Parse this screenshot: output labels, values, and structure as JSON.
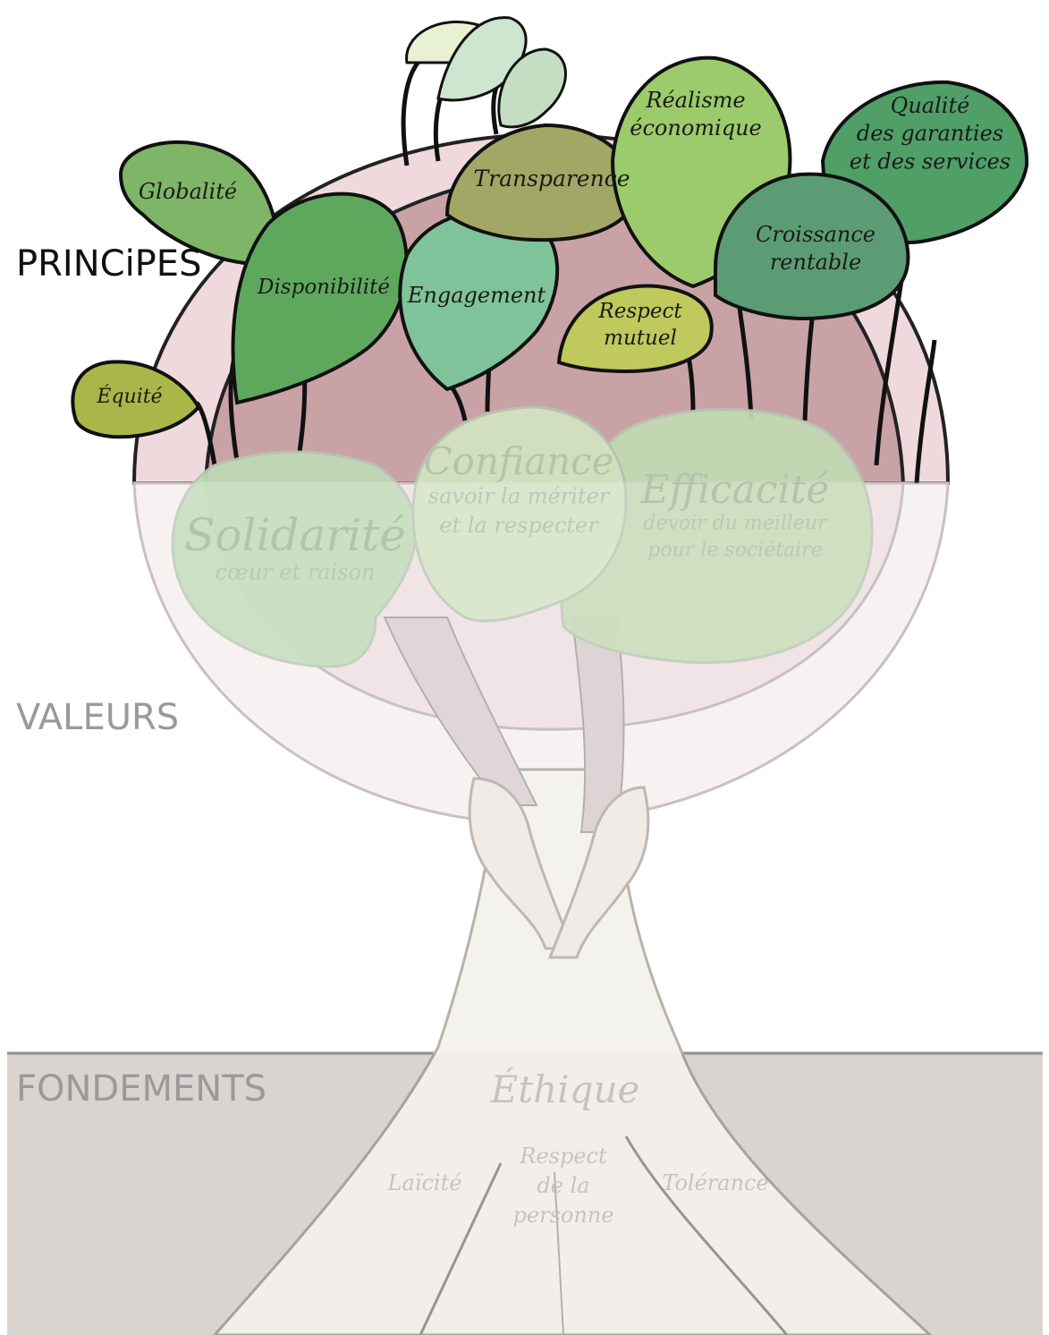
{
  "sections": {
    "principes": "PRINCiPES",
    "valeurs": "VALEURS",
    "fondements": "FONDEMENTS"
  },
  "principes": [
    {
      "id": "globalite",
      "lines": [
        "Globalité"
      ],
      "color": "#7fb567"
    },
    {
      "id": "disponibilite",
      "lines": [
        "Disponibilité"
      ],
      "color": "#5ea85e"
    },
    {
      "id": "engagement",
      "lines": [
        "Engagement"
      ],
      "color": "#7fc39a"
    },
    {
      "id": "transparence",
      "lines": [
        "Transparence"
      ],
      "color": "#a2a765"
    },
    {
      "id": "realisme",
      "lines": [
        "Réalisme",
        "économique"
      ],
      "color": "#9bcb6b"
    },
    {
      "id": "qualite",
      "lines": [
        "Qualité",
        "des garanties",
        "et des services"
      ],
      "color": "#4f9f67"
    },
    {
      "id": "croissance",
      "lines": [
        "Croissance",
        "rentable"
      ],
      "color": "#5c9c74"
    },
    {
      "id": "respect-mutuel",
      "lines": [
        "Respect",
        "mutuel"
      ],
      "color": "#bfc95c"
    },
    {
      "id": "equite",
      "lines": [
        "Équité"
      ],
      "color": "#aab648"
    }
  ],
  "valeurs": [
    {
      "id": "solidarite",
      "title": "Solidarité",
      "sub": [
        "cœur et raison"
      ]
    },
    {
      "id": "confiance",
      "title": "Confiance",
      "sub": [
        "savoir la mériter",
        "et la respecter"
      ]
    },
    {
      "id": "efficacite",
      "title": "Efficacité",
      "sub": [
        "devoir du meilleur",
        "pour le sociétaire"
      ]
    }
  ],
  "fondements": {
    "ethique": "Éthique",
    "laicite": "Laïcité",
    "respect": [
      "Respect",
      "de la",
      "personne"
    ],
    "tolerance": "Tolérance"
  },
  "colors": {
    "crown_outer": "#efd9dc",
    "crown_inner": "#c9a2a6",
    "ground": "#d9d4d0",
    "trunk": "#f2efea",
    "principes_label": "#111111",
    "faded_label": "#9a9a9a"
  }
}
